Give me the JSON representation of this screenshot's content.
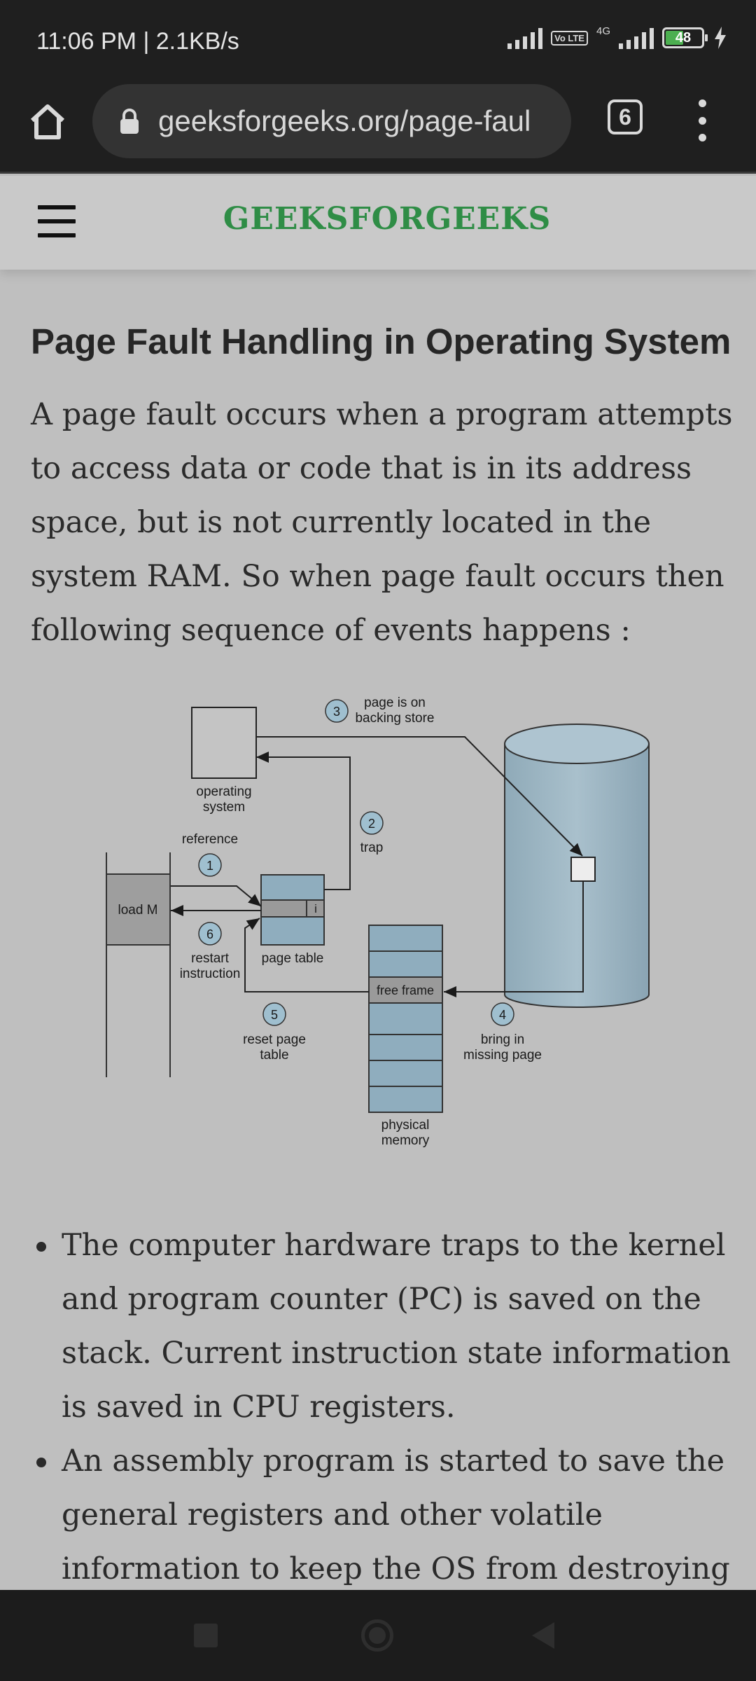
{
  "status_bar": {
    "time_speed": "11:06 PM | 2.1KB/s",
    "volte": "Vo LTE",
    "network": "4G",
    "battery_level": "48"
  },
  "browser": {
    "url": "geeksforgeeks.org/page-faul",
    "tab_count": "6"
  },
  "site": {
    "logo": "GEEKSFORGEEKS"
  },
  "article": {
    "title": "Page Fault Handling in Operating System",
    "intro": "A page fault occurs when a program attempts to access data or code that is in its address space, but is not currently located in the system RAM. So when page fault occurs then following sequence of events happens :",
    "bullets": [
      "The computer hardware traps to the kernel and program counter (PC) is saved on the stack. Current instruction state information is saved in CPU registers.",
      "An assembly program is started to save the general registers and other volatile information to keep the OS from destroying"
    ]
  },
  "diagram": {
    "operating_system": [
      "operating",
      "system"
    ],
    "reference": "reference",
    "load_m": "load M",
    "page_table": "page table",
    "page_table_bit": "i",
    "restart_instruction": [
      "restart",
      "instruction"
    ],
    "trap": "trap",
    "page_on_backing_store": [
      "page is on",
      "backing store"
    ],
    "free_frame": "free frame",
    "reset_page_table": [
      "reset page",
      "table"
    ],
    "bring_in_missing_page": [
      "bring in",
      "missing page"
    ],
    "physical_memory": [
      "physical",
      "memory"
    ],
    "step_numbers": [
      "1",
      "2",
      "3",
      "4",
      "5",
      "6"
    ]
  }
}
